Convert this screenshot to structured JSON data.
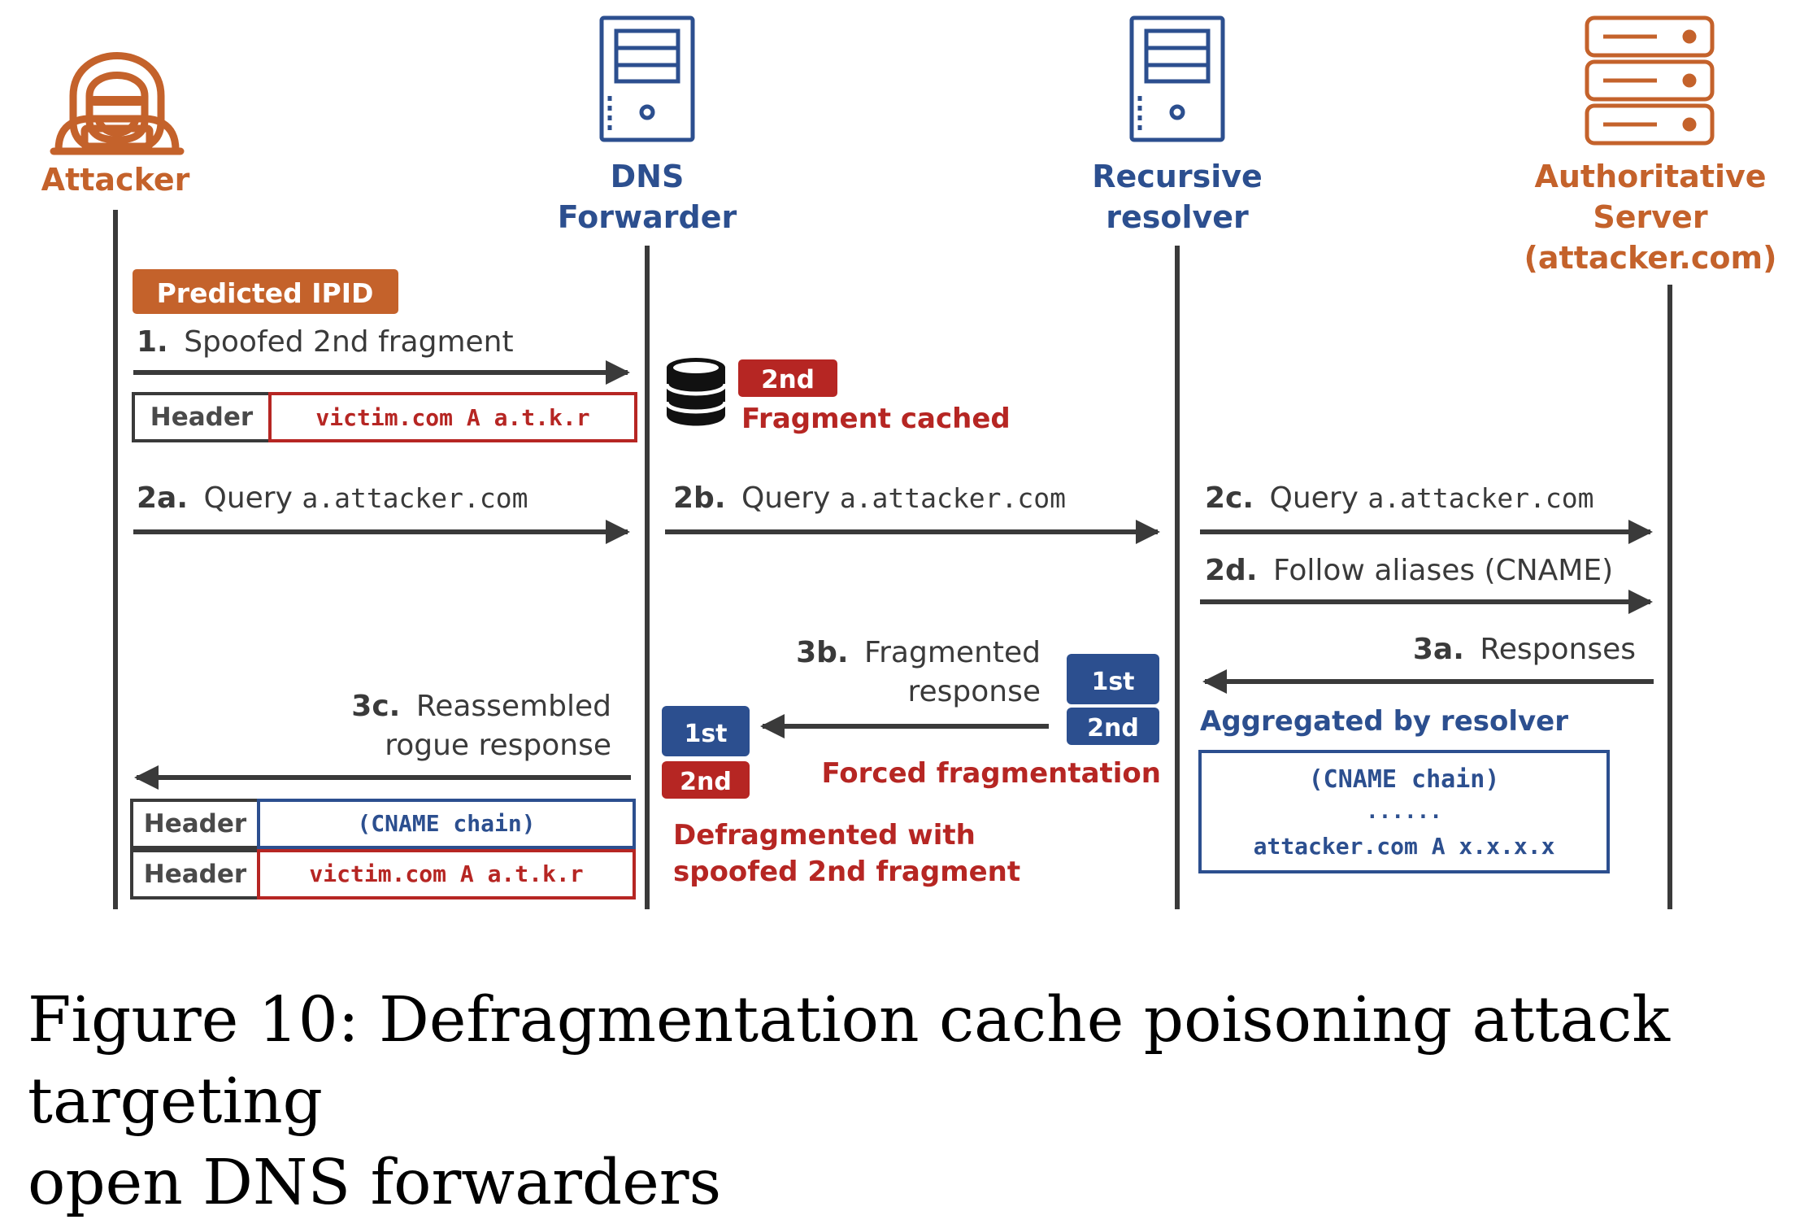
{
  "colors": {
    "attacker": "#c4622b",
    "blue": "#2c4f8f",
    "red": "#b62623",
    "dark": "#3a3a3a"
  },
  "actors": {
    "attacker": {
      "icon": "hooded-attacker-icon",
      "label": "Attacker"
    },
    "forwarder": {
      "icon": "server-tower-icon",
      "line1": "DNS",
      "line2": "Forwarder"
    },
    "resolver": {
      "icon": "server-tower-icon",
      "line1": "Recursive",
      "line2": "resolver"
    },
    "authoritative": {
      "icon": "server-rack-icon",
      "line1": "Authoritative",
      "line2": "Server",
      "line3": "(attacker.com)"
    }
  },
  "step1": {
    "badge": "Predicted IPID",
    "num": "1.",
    "text": "Spoofed 2nd fragment",
    "packet_header": "Header",
    "packet_payload": "victim.com A a.t.k.r"
  },
  "cache": {
    "icon": "database-icon",
    "tag": "2nd",
    "label": "Fragment cached"
  },
  "step2a": {
    "num": "2a.",
    "text": "Query ",
    "domain": "a.attacker.com"
  },
  "step2b": {
    "num": "2b.",
    "text": "Query ",
    "domain": "a.attacker.com"
  },
  "step2c": {
    "num": "2c.",
    "text": "Query ",
    "domain": "a.attacker.com"
  },
  "step2d": {
    "num": "2d.",
    "text": "Follow aliases (CNAME)"
  },
  "step3a": {
    "num": "3a.",
    "text": "Responses",
    "aggregated": "Aggregated by resolver",
    "box_line1": "(CNAME chain)",
    "box_line2": "......",
    "box_line3": "attacker.com A x.x.x.x"
  },
  "step3b": {
    "num": "3b.",
    "line1": "Fragmented",
    "line2": "response",
    "frag1": "1st",
    "frag2": "2nd",
    "forced": "Forced fragmentation"
  },
  "forwarder_frags": {
    "frag1": "1st",
    "frag2": "2nd",
    "defrag_line1": "Defragmented with",
    "defrag_line2": "spoofed 2nd fragment"
  },
  "step3c": {
    "num": "3c.",
    "line1": "Reassembled",
    "line2": "rogue response",
    "row1_header": "Header",
    "row1_payload": "(CNAME chain)",
    "row2_header": "Header",
    "row2_payload": "victim.com A a.t.k.r"
  },
  "caption": {
    "line1": "Figure 10: Defragmentation cache poisoning attack targeting",
    "line2": "open DNS forwarders"
  }
}
